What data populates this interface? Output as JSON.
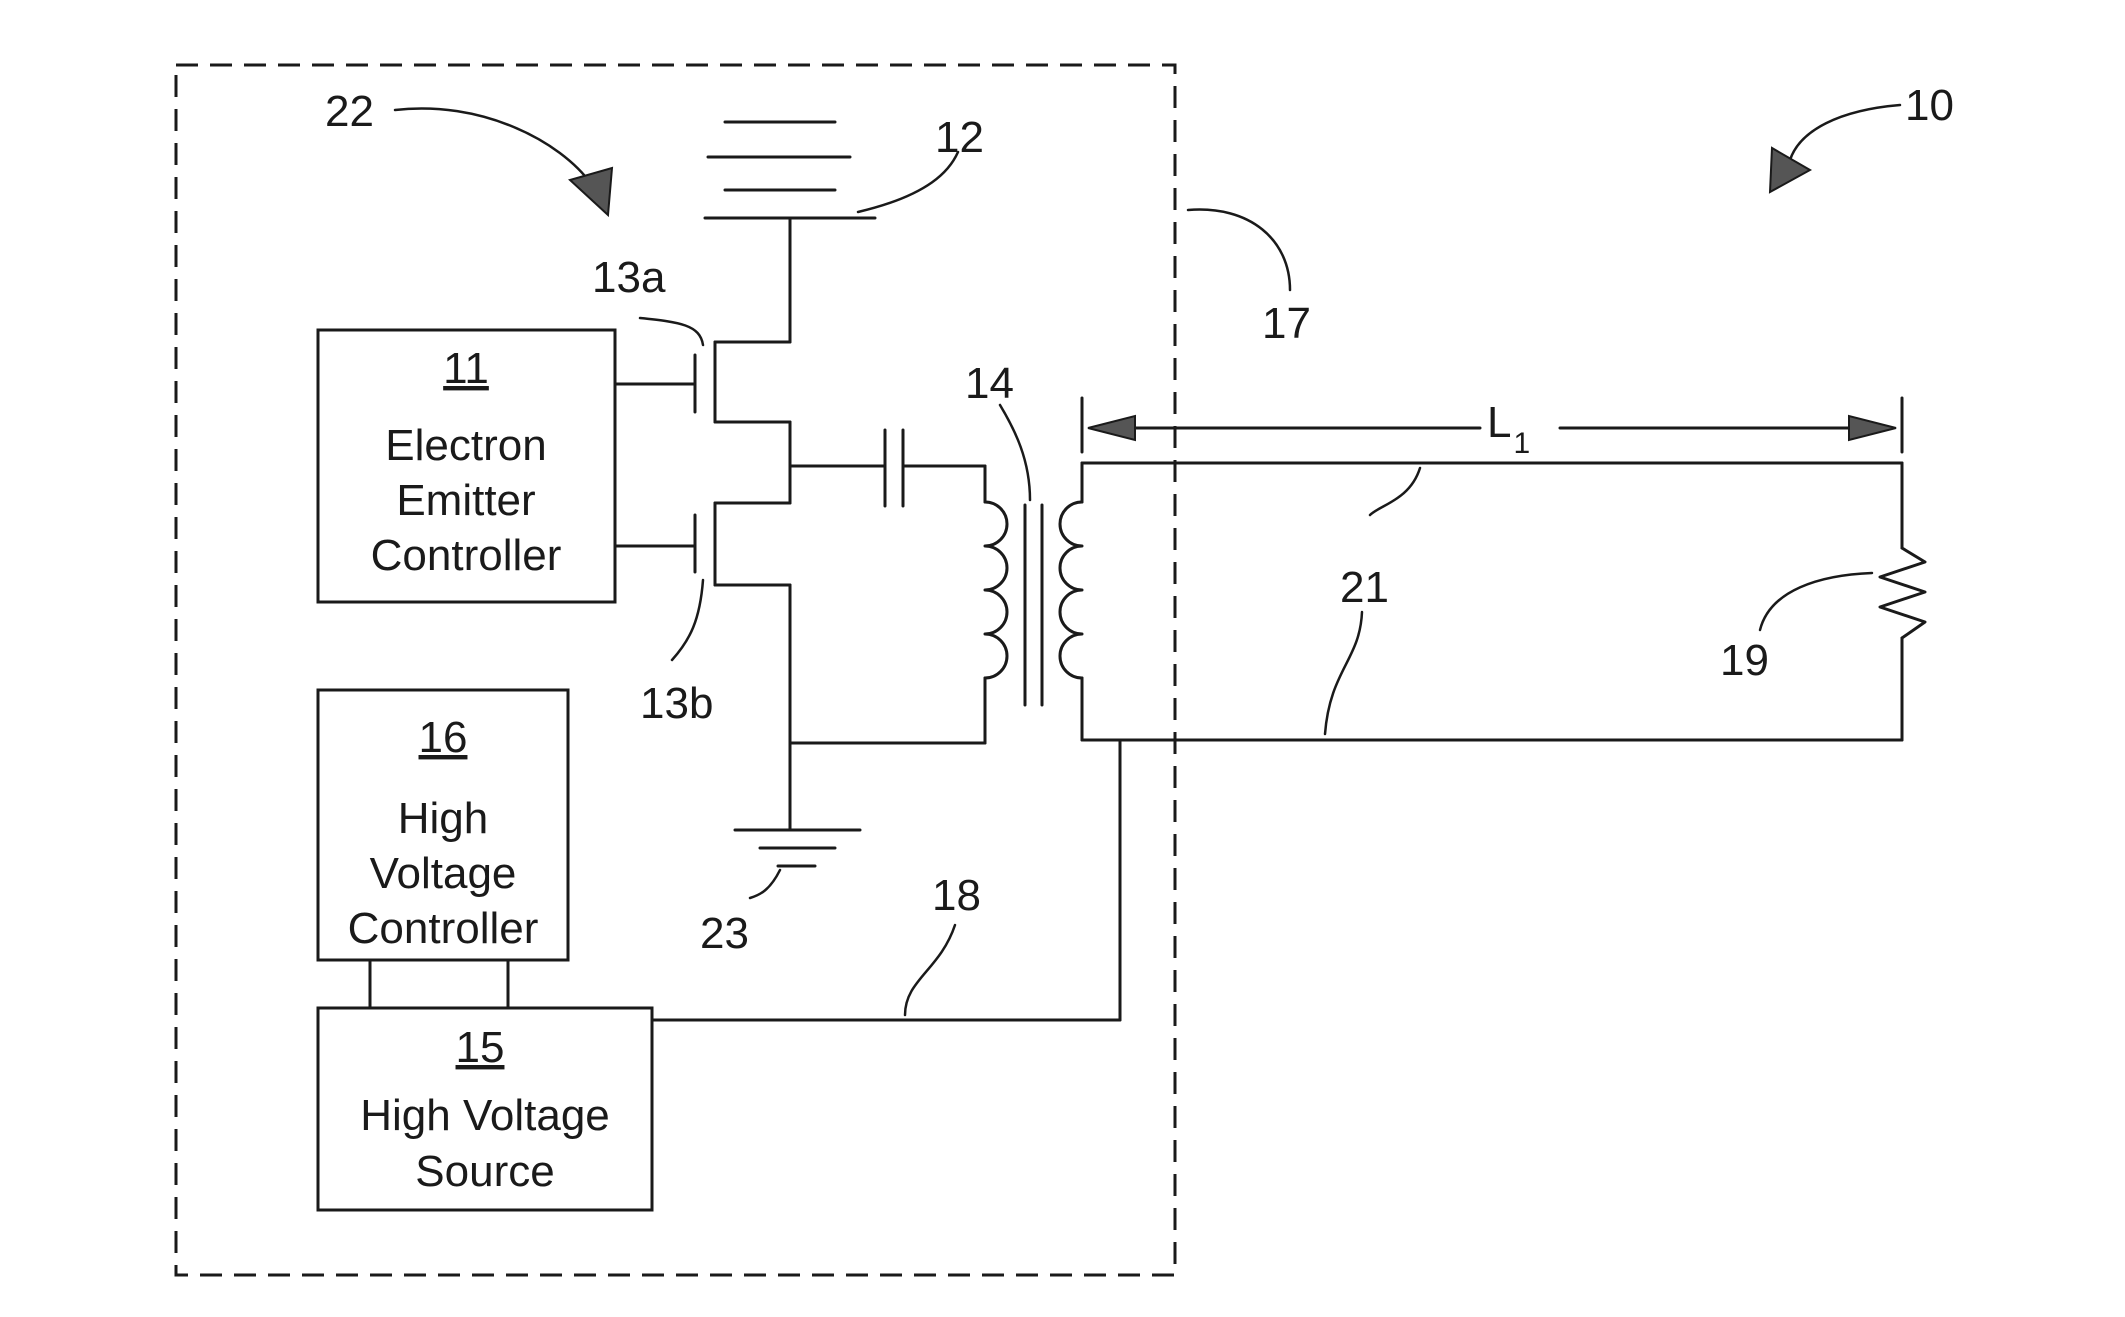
{
  "boxes": {
    "electron_emitter_controller": {
      "number": "11",
      "line1": "Electron",
      "line2": "Emitter",
      "line3": "Controller"
    },
    "high_voltage_controller": {
      "number": "16",
      "line1": "High",
      "line2": "Voltage",
      "line3": "Controller"
    },
    "high_voltage_source": {
      "number": "15",
      "line1": "High Voltage",
      "line2": "Source"
    }
  },
  "labels": {
    "system": "10",
    "driver_circuit": "22",
    "power_supply": "12",
    "transistor_a": "13a",
    "transistor_b": "13b",
    "transformer": "14",
    "enclosure": "17",
    "hv_line": "18",
    "load": "19",
    "transmission_line": "21",
    "ground": "23",
    "length_main": "L",
    "length_sub": "1"
  }
}
